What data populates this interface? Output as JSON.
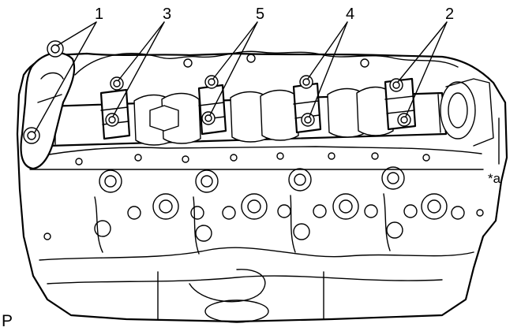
{
  "labels": {
    "n1": "1",
    "n2": "2",
    "n3": "3",
    "n4": "4",
    "n5": "5",
    "a": "*a",
    "corner": "P"
  }
}
